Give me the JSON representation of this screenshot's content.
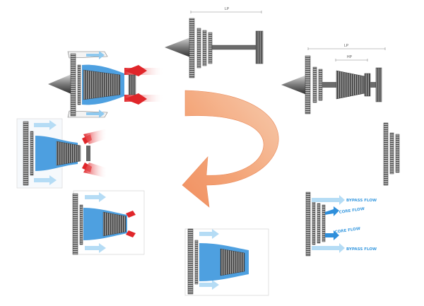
{
  "labels": {
    "lp_top": "LP",
    "lp_right": "LP",
    "hp_right": "HP",
    "bypass_flow_1": "BYPASS FLOW",
    "core_flow_1": "CORE FLOW",
    "core_flow_2": "CORE FLOW",
    "bypass_flow_2": "BYPASS FLOW"
  },
  "colors": {
    "metal_dark": "#3d3d3d",
    "metal_mid": "#8a8a8a",
    "metal_light": "#cfcfcf",
    "bypass_blue": "#8ec9ef",
    "core_blue": "#2f8fdb",
    "hot_red": "#e0262a",
    "arrow_orange": "#f2a070"
  }
}
